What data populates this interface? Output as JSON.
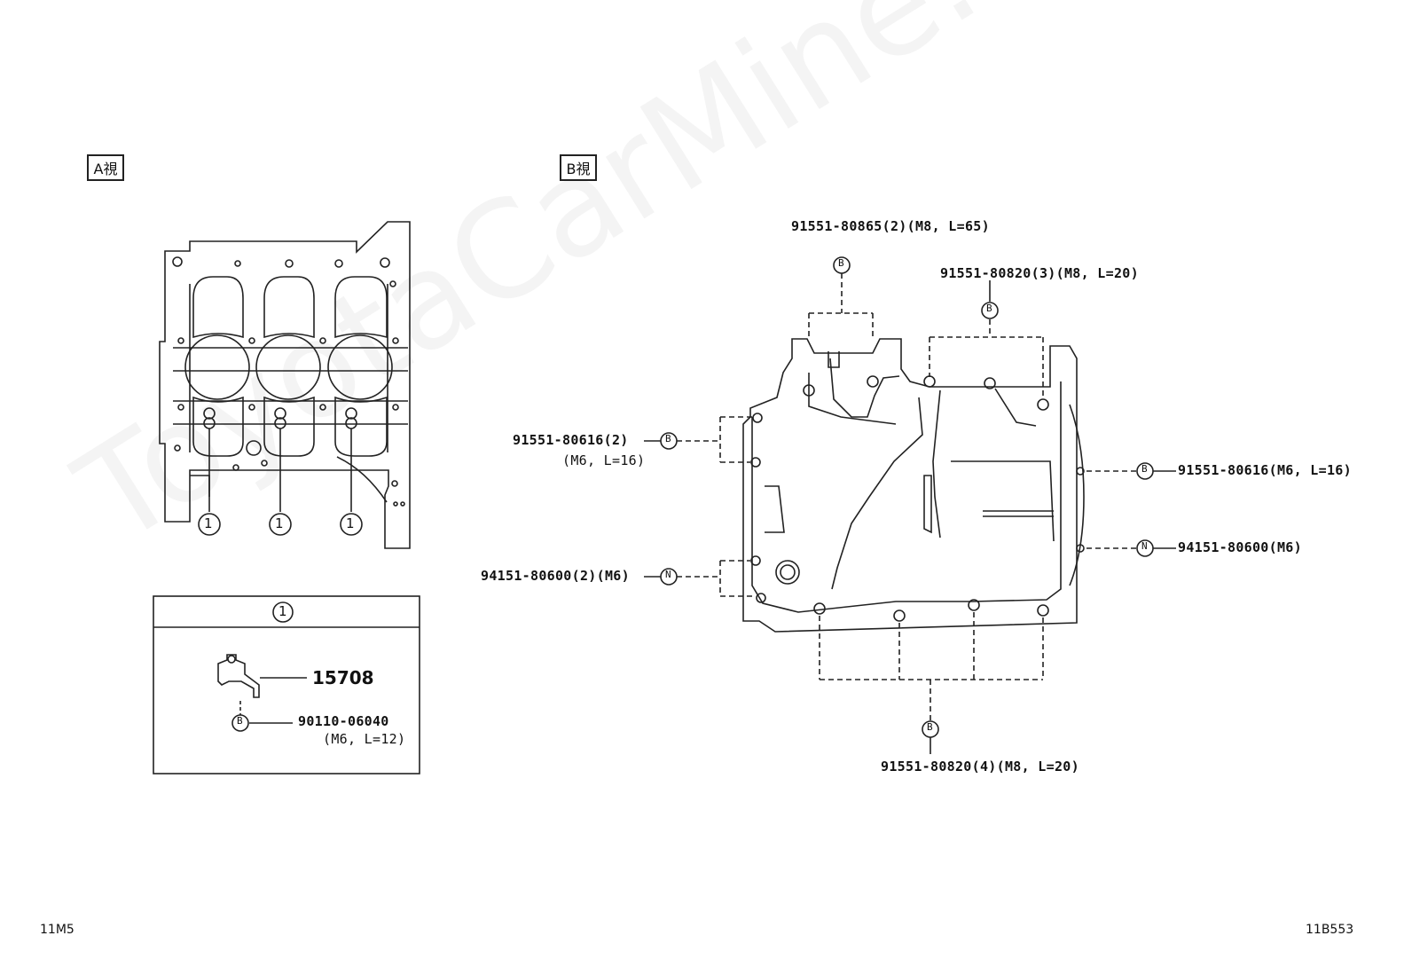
{
  "views": {
    "a": "A視",
    "b": "B視"
  },
  "callout_number": "1",
  "detail_box": {
    "header": "1",
    "part": "15708",
    "bolt_symbol": "B",
    "bolt_number": "90110-06040",
    "bolt_spec": "(M6, L=12)"
  },
  "b_view": {
    "top_left_label": "91551-80865(2)(M8, L=65)",
    "top_left_symbol": "B",
    "top_right_label": "91551-80820(3)(M8, L=20)",
    "top_right_symbol": "B",
    "left_upper_label": "91551-80616(2)",
    "left_upper_spec": "(M6, L=16)",
    "left_upper_symbol": "B",
    "left_lower_label": "94151-80600(2)(M6)",
    "left_lower_symbol": "N",
    "right_upper_label": "91551-80616(M6, L=16)",
    "right_upper_symbol": "B",
    "right_lower_label": "94151-80600(M6)",
    "right_lower_symbol": "N",
    "bottom_label": "91551-80820(4)(M8, L=20)",
    "bottom_symbol": "B"
  },
  "footer": {
    "left": "11M5",
    "right": "11B553"
  },
  "watermark": "ToyotaCarMine.ru"
}
